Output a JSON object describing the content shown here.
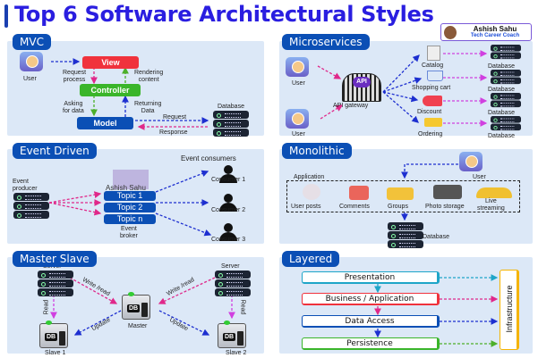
{
  "title": "Top 6 Software Architectural Styles",
  "author": {
    "name": "Ashish Sahu",
    "subtitle": "Tech Career Coach"
  },
  "panels": {
    "mvc": {
      "tag": "MVC",
      "user": "User",
      "view": "View",
      "controller": "Controller",
      "model": "Model",
      "request_process": "Request\nprocess",
      "rendering_content": "Rendering\ncontent",
      "asking_for_data": "Asking\nfor data",
      "returning_data": "Returning\nData",
      "database": "Database",
      "request": "Request",
      "response": "Response",
      "colors": {
        "view": "#f0323c",
        "controller": "#3ab52a",
        "model": "#0b4fb5"
      }
    },
    "microservices": {
      "tag": "Microservices",
      "users": [
        "User",
        "User"
      ],
      "gateway": "API gateway",
      "gateway_badge": "API",
      "services": [
        "Catalog",
        "Shopping cart",
        "Discount",
        "Ordering"
      ],
      "database": "Database"
    },
    "event_driven": {
      "tag": "Event Driven",
      "producer": "Event\nproducer",
      "consumers_heading": "Event consumers",
      "watermark": "Ashish Sahu",
      "topics": [
        "Topic 1",
        "Topic 2",
        "Topic n"
      ],
      "broker": "Event\nbroker",
      "consumers": [
        "Consumer 1",
        "Consumer 2",
        "Consumer 3"
      ]
    },
    "monolithic": {
      "tag": "Monolithic",
      "user": "User",
      "application": "Application",
      "modules": [
        "User posts",
        "Comments",
        "Groups",
        "Photo storage",
        "Live\nstreaming"
      ],
      "database": "Database"
    },
    "master_slave": {
      "tag": "Master Slave",
      "servers": [
        "Server",
        "Server"
      ],
      "write_read": "Write /read",
      "read": "Read",
      "update": "Update",
      "db_label": "DB",
      "master": "Master",
      "slaves": [
        "Slave 1",
        "Slave 2"
      ]
    },
    "layered": {
      "tag": "Layered",
      "layers": [
        {
          "label": "Presentation",
          "color": "#1ea5c8"
        },
        {
          "label": "Business / Application",
          "color": "#f0323c"
        },
        {
          "label": "Data Access",
          "color": "#0b4fb5"
        },
        {
          "label": "Persistence",
          "color": "#3ab52a"
        }
      ],
      "infrastructure": "Infrastructure",
      "infrastructure_color": "#f5b400"
    }
  }
}
